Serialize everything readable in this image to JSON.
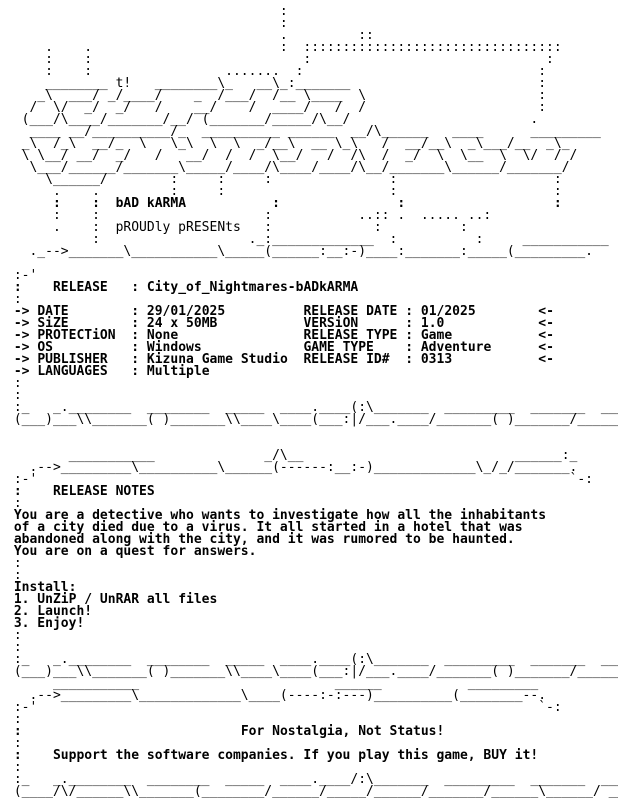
{
  "logo": {
    "lines": [
      "                                   :",
      "                                   :",
      "                                   .         ::",
      "     .    .                        :  :::::::::::::::::::::::::::::::::",
      "     :    :                           :                              :",
      "     :    :                 .......  :                              :",
      "     ________ t!   ________\\_   __\\_:_______                        :",
      "    _\\  ___/ _/____/    _  /___/  /__ \\____  \\                      :",
      "   /  \\/  _/  _/   /    __/    /  ____/   /  /                      :",
      "  (___/\\____/_______/__/ (_______/_____/\\__/                       .",
      "   ____ __/__________/_  __________ ______  __/\\______   ____      _________",
      "  _\\  /_\\  __/_  \\   \\_\\  \\  \\  _/__\\  __ \\_\\   /  __/__\\  _\\___/__  _\\_",
      "  \\ \\__/ __/  _/   /   __/  /  /  \\__/   /  /\\  /  _/  \\  \\__  \\  \\/  / /",
      "   \\___/______/_______\\_____/____/\\____/____/\\__/_______\\______/_______/",
      "     \\______/        :     :     :               :                    :",
      "      .    .         :     :                     :                    :",
      "      :    :  bAD kARMA           :               :                   :",
      "      :    :                     :           ..:: .  ..... ..:",
      "      .    :  pROUDly pRESENts   :             :          :",
      "           :                   ._:_____________  :          :     ___________",
      "   ._-->_______\\___________\\_____(______:__:-)____:_______:_____(_________."
    ]
  },
  "release_box": {
    "top_border": " .-->________\\__________\\______(------:__:-)_____:________:_____(________.",
    "rows": [
      {
        "left": "RELEASE",
        "left_val": "City_of_Nightmares-bADkARMA",
        "right": "",
        "right_val": "",
        "arrow": ""
      },
      {
        "left": "DATE",
        "left_val": "29/01/2025",
        "right": "RELEASE DATE",
        "right_val": "01/2025",
        "arrow": "<-"
      },
      {
        "left": "SiZE",
        "left_val": "24 x 50MB",
        "right": "VERSiON",
        "right_val": "1.0",
        "arrow": "<-"
      },
      {
        "left": "PROTECTiON",
        "left_val": "None",
        "right": "RELEASE TYPE",
        "right_val": "Game",
        "arrow": "<-"
      },
      {
        "left": "OS",
        "left_val": "Windows",
        "right": "GAME TYPE",
        "right_val": "Adventure",
        "arrow": "<-"
      },
      {
        "left": "PUBLISHER",
        "left_val": "Kizuna Game Studio",
        "right": "RELEASE ID#",
        "right_val": "0313",
        "arrow": "<-"
      },
      {
        "left": "LANGUAGES",
        "left_val": "Multiple",
        "right": "",
        "right_val": "",
        "arrow": ""
      }
    ]
  },
  "notes_box": {
    "title": "RELEASE NOTES",
    "body": [
      "You are a detective who wants to investigate how all the inhabitants",
      "of a city died due to a virus. It all started in a hotel that was",
      "abandoned along with the city, and it was rumored to be haunted.",
      "You are on a quest for answers."
    ],
    "install_title": "Install:",
    "install_steps": [
      "1. UnZiP / UnRAR all files",
      "2. Launch!",
      "3. Enjoy!"
    ]
  },
  "footer_box": {
    "tagline": "For Nostalgia, Not Status!",
    "support": "Support the software companies. If you play this game, BUY it!"
  }
}
